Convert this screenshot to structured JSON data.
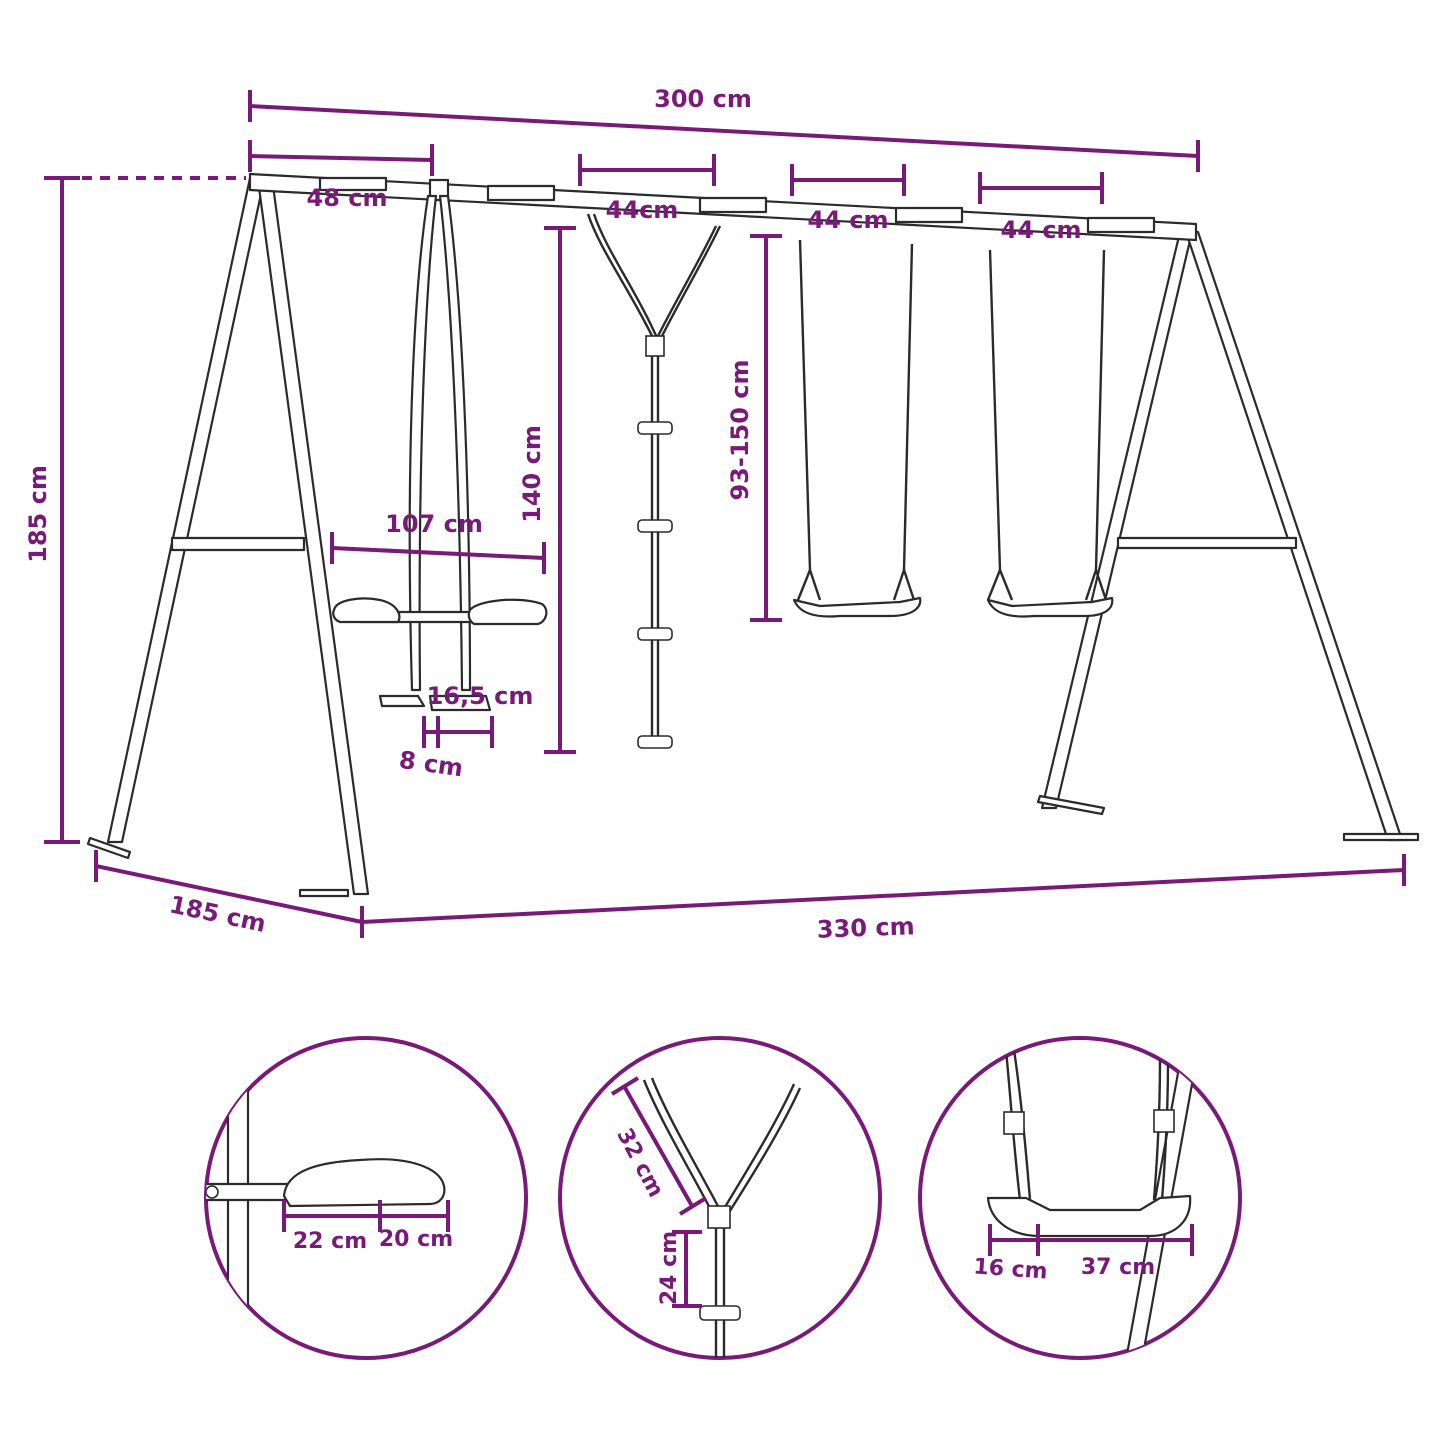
{
  "colors": {
    "accent": "#7a1a78",
    "line": "#2b2b2b",
    "background": "#ffffff"
  },
  "dimensions": {
    "top_width": "300 cm",
    "seg_1": "48 cm",
    "seg_2": "44cm",
    "seg_3": "44 cm",
    "seg_4": "44 cm",
    "height_total": "185 cm",
    "climb_rope_height": "140 cm",
    "swing_height": "93-150 cm",
    "glider_width": "107 cm",
    "foot_width": "16,5 cm",
    "foot_depth": "8 cm",
    "base_depth": "185 cm",
    "base_width": "330 cm"
  },
  "details": {
    "glider_seat": {
      "a": "22 cm",
      "b": "20 cm"
    },
    "climb_rope": {
      "a": "32 cm",
      "b": "24 cm"
    },
    "swing_seat": {
      "a": "16 cm",
      "b": "37 cm"
    }
  }
}
